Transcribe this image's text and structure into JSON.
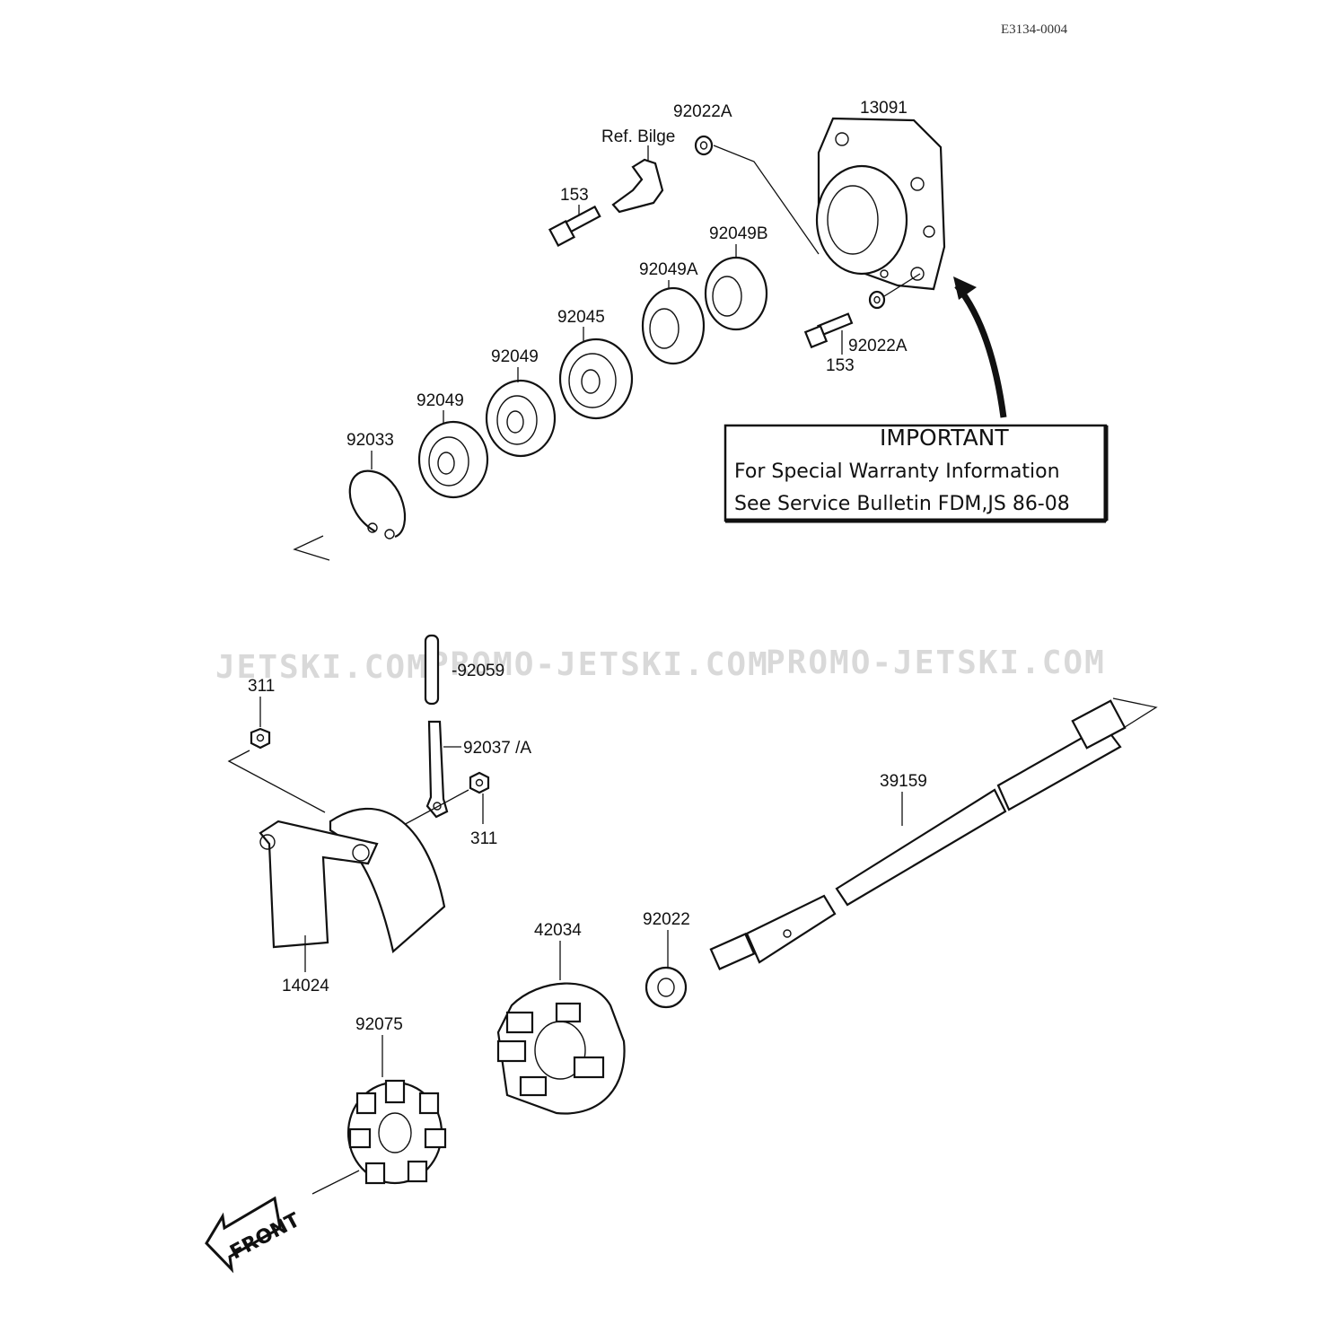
{
  "doc_code": "E3134-0004",
  "watermarks": [
    "JETSKI.COM",
    "PROMO-JETSKI.COM",
    "PROMO-JETSKI.COM"
  ],
  "labels": {
    "p92022A_top": "92022A",
    "ref_bilge": "Ref. Bilge",
    "p13091": "13091",
    "p153_top": "153",
    "p92049B": "92049B",
    "p92049A": "92049A",
    "p92045": "92045",
    "p92049_b": "92049",
    "p92049_a": "92049",
    "p92033": "92033",
    "p153_bottom": "153",
    "p92022A_bottom": "92022A",
    "p311_left": "311",
    "p92059": "-92059",
    "p92037A": "92037 /A",
    "p311_right": "311",
    "p39159": "39159",
    "p14024": "14024",
    "p42034": "42034",
    "p92022": "92022",
    "p92075": "92075"
  },
  "important_box": {
    "title": "IMPORTANT",
    "line1": "For Special Warranty Information",
    "line2": "See Service Bulletin FDM,JS 86-08"
  },
  "front_arrow": "FRONT"
}
